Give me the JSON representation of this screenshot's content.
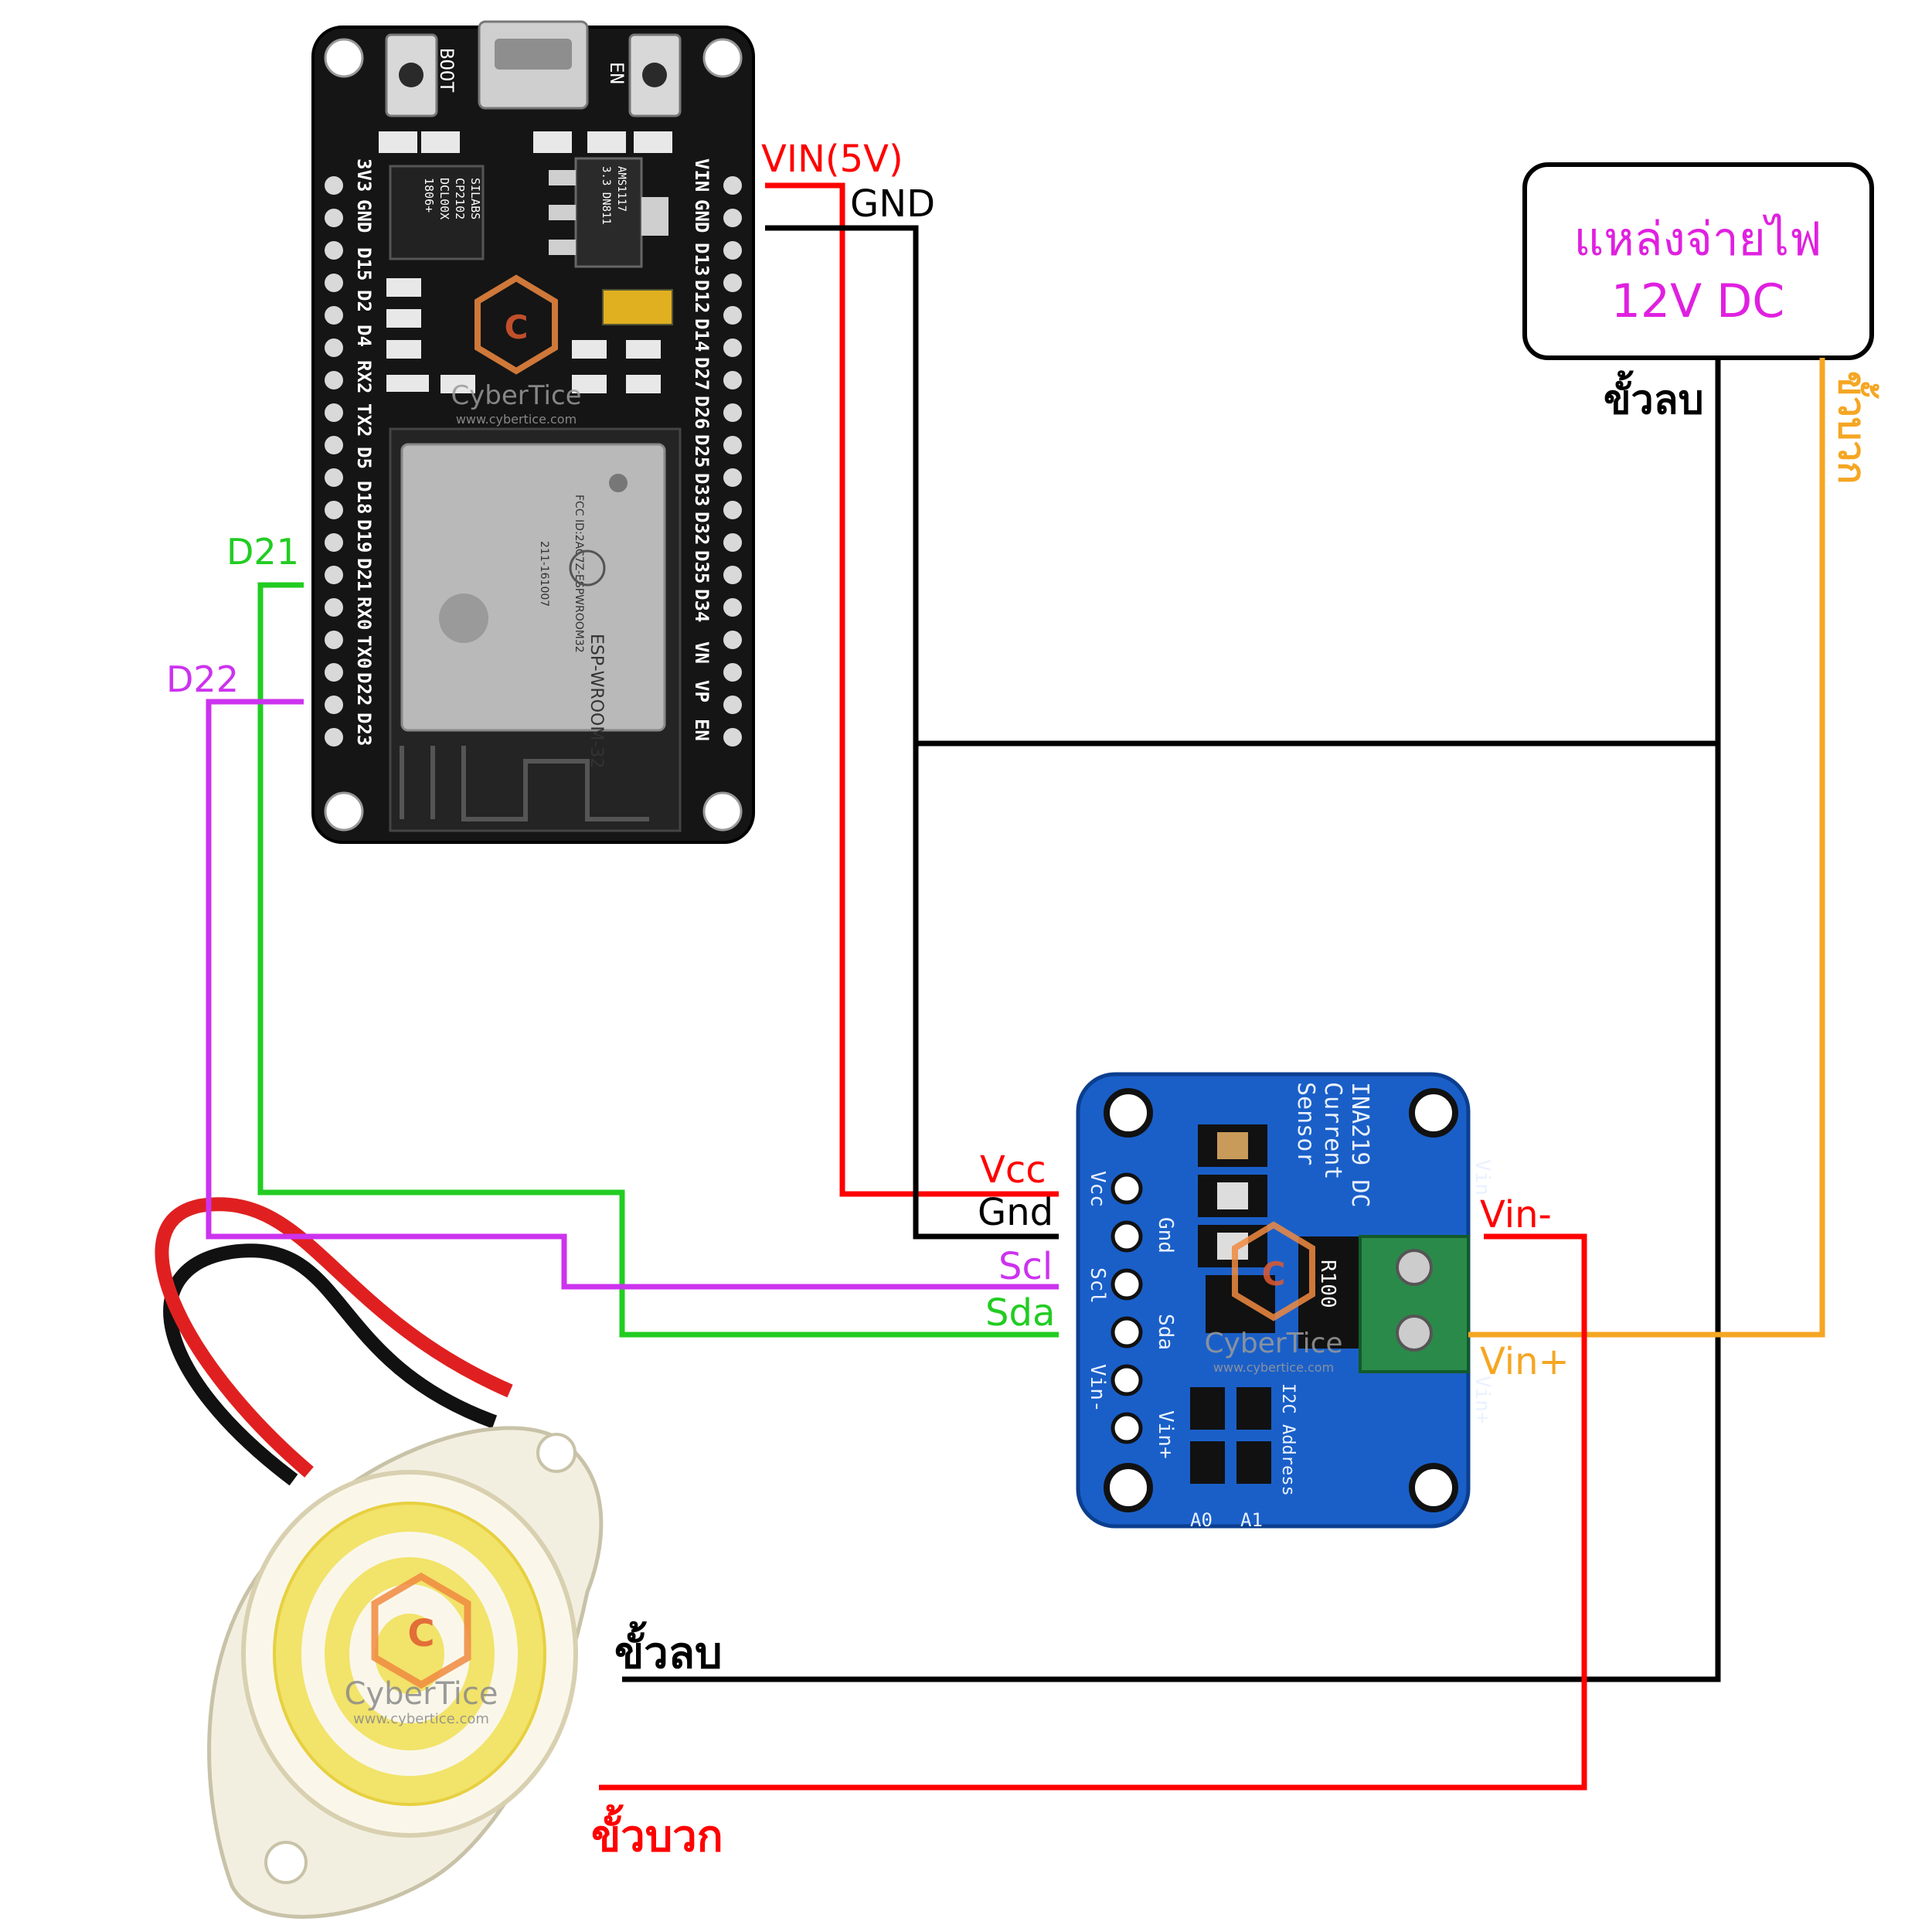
{
  "colors": {
    "red": "#ff0000",
    "black": "#000000",
    "green": "#22cc22",
    "purple": "#cc33ee",
    "orange": "#f5a623",
    "magenta": "#e020e0",
    "board_black": "#151515",
    "board_blue": "#1a5fc8"
  },
  "esp32": {
    "buttons": {
      "boot": "BOOT",
      "en": "EN"
    },
    "chip_usb": [
      "SILABS",
      "CP2102",
      "DCL00X",
      "1806+"
    ],
    "regulator": [
      "AMS1117",
      "3.3 DN811"
    ],
    "left_pins": [
      "3V3",
      "GND",
      "D15",
      "D2",
      "D4",
      "RX2",
      "TX2",
      "D5",
      "D18",
      "D19",
      "D21",
      "RX0",
      "TX0",
      "D22",
      "D23"
    ],
    "right_pins": [
      "VIN",
      "GND",
      "D13",
      "D12",
      "D14",
      "D27",
      "D26",
      "D25",
      "D33",
      "D32",
      "D35",
      "D34",
      "VN",
      "VP",
      "EN"
    ],
    "module": [
      "FCC ID:2AC7Z-ESPWROOM32",
      "211-161007",
      "ESP-WROOM-32"
    ]
  },
  "ina219": {
    "title": [
      "INA219 DC",
      "Current",
      "Sensor"
    ],
    "pins": [
      "Vcc",
      "Gnd",
      "Scl",
      "Sda",
      "Vin-",
      "Vin+"
    ],
    "terminal_left": "Vin-",
    "terminal_right": "Vin+",
    "resistor": "R100",
    "address": "I2C Address",
    "jumpers": [
      "A0",
      "A1"
    ]
  },
  "power_supply": {
    "line1": "แหล่งจ่ายไฟ",
    "line2": "12V DC"
  },
  "watermark": {
    "brand": "CyberTice",
    "url": "www.cybertice.com"
  },
  "labels": {
    "vin": "VIN(5V)",
    "gnd": "GND",
    "d21": "D21",
    "d22": "D22",
    "vcc": "Vcc",
    "gnd2": "Gnd",
    "scl": "Scl",
    "sda": "Sda",
    "vin_minus": "Vin-",
    "vin_plus": "Vin+",
    "psu_neg": "ขั้วลบ",
    "psu_pos": "ขั้วบวก",
    "buzzer_neg": "ขั้วลบ",
    "buzzer_pos": "ขั้วบวก"
  }
}
